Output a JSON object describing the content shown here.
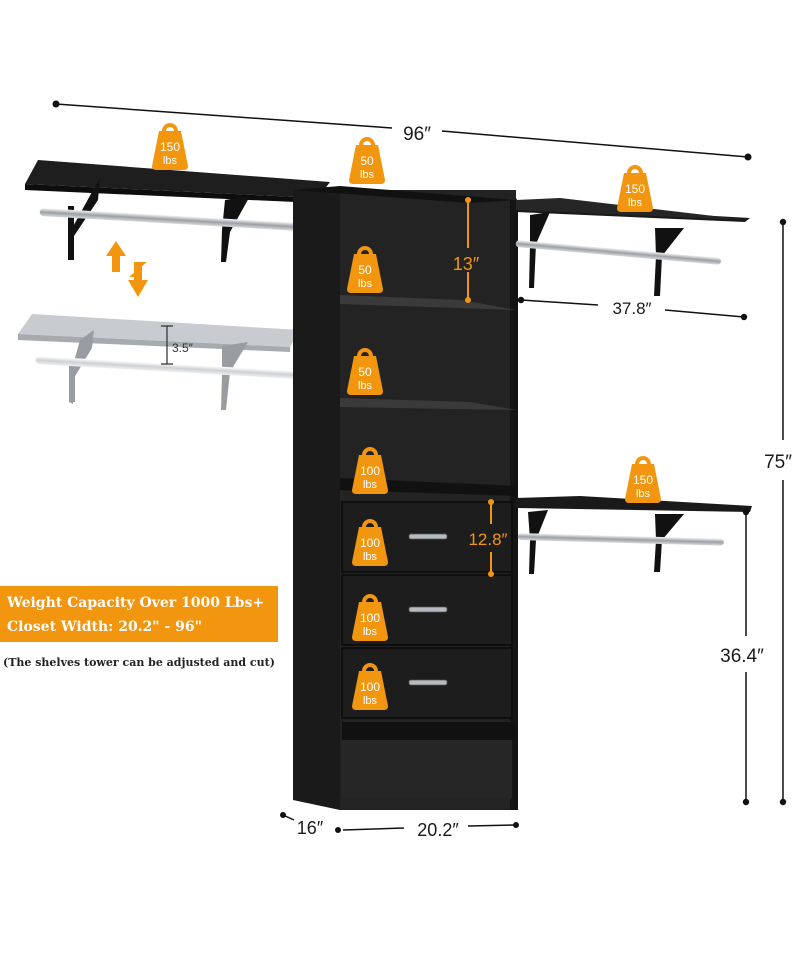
{
  "dimensions": {
    "total_width": "96″",
    "side_width": "37.8″",
    "total_height": "75″",
    "lower_height": "36.4″",
    "depth": "16″",
    "tower_width": "20.2″",
    "shelf_gap": "13″",
    "drawer_gap": "12.8″",
    "adjust_step": "3.5″"
  },
  "weights": {
    "left_shelf": {
      "value": "150",
      "unit": "lbs"
    },
    "tower_top": {
      "value": "50",
      "unit": "lbs"
    },
    "right_upper_shelf": {
      "value": "150",
      "unit": "lbs"
    },
    "tower_shelf_1": {
      "value": "50",
      "unit": "lbs"
    },
    "tower_shelf_2": {
      "value": "50",
      "unit": "lbs"
    },
    "tower_shelf_3": {
      "value": "100",
      "unit": "lbs"
    },
    "right_lower_shelf": {
      "value": "150",
      "unit": "lbs"
    },
    "drawer_1": {
      "value": "100",
      "unit": "lbs"
    },
    "drawer_2": {
      "value": "100",
      "unit": "lbs"
    },
    "drawer_3": {
      "value": "100",
      "unit": "lbs"
    }
  },
  "banner": {
    "line1": "Weight Capacity Over 1000 Lbs+",
    "line2": "Closet Width: 20.2\" - 96\""
  },
  "note": "(The shelves tower can be adjusted and cut)",
  "colors": {
    "accent": "#f2960f",
    "furniture": "#1c1c1c",
    "ghost_shelf": "#b9bec4"
  }
}
